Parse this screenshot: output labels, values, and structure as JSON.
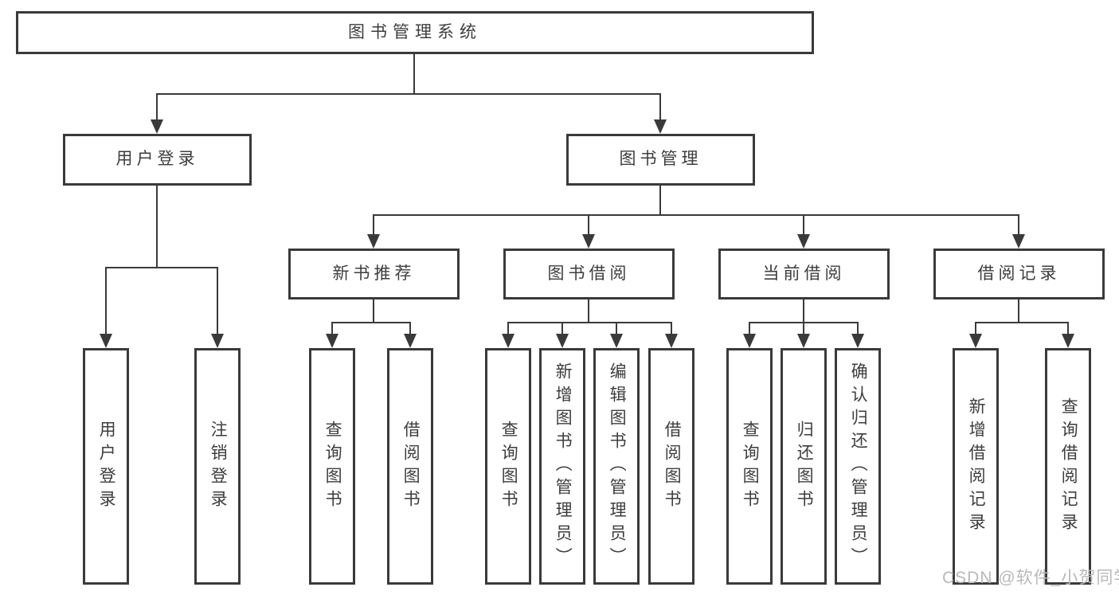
{
  "tree": {
    "root": {
      "label": "图书管理系统"
    },
    "branches": [
      {
        "label": "用户登录",
        "children": [
          {
            "label": "用户登录"
          },
          {
            "label": "注销登录"
          }
        ]
      },
      {
        "label": "图书管理",
        "children": [
          {
            "label": "新书推荐",
            "children": [
              {
                "label": "查询图书"
              },
              {
                "label": "借阅图书"
              }
            ]
          },
          {
            "label": "图书借阅",
            "children": [
              {
                "label": "查询图书"
              },
              {
                "label": "新增图书（管理员）"
              },
              {
                "label": "编辑图书（管理员）"
              },
              {
                "label": "借阅图书"
              }
            ]
          },
          {
            "label": "当前借阅",
            "children": [
              {
                "label": "查询图书"
              },
              {
                "label": "归还图书"
              },
              {
                "label": "确认归还（管理员）"
              }
            ]
          },
          {
            "label": "借阅记录",
            "children": [
              {
                "label": "新增借阅记录"
              },
              {
                "label": "查询借阅记录"
              }
            ]
          }
        ]
      }
    ]
  },
  "watermark": "CSDN @软件_小贺同学",
  "colors": {
    "line": "#3a3a3a",
    "box_border": "#3a3a3a",
    "text": "#3d3d3d",
    "watermark": "#b9b9b9",
    "background": "#ffffff"
  }
}
